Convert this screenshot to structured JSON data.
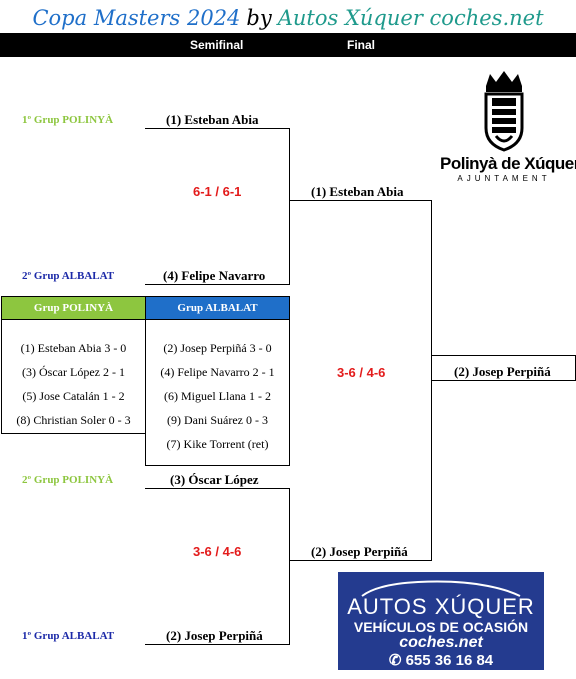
{
  "title": {
    "part1": "Copa Masters 2024",
    "by": "by",
    "part2": "Autos Xúquer coches.net"
  },
  "header": {
    "semifinal": "Semifinal",
    "final": "Final"
  },
  "semifinal_top": {
    "group1": "1º Grup POLINYÀ",
    "player1": "(1) Esteban Abia",
    "group2": "2º Grup ALBALAT",
    "player2": "(4) Felipe Navarro",
    "score": "6-1 / 6-1"
  },
  "semifinal_bottom": {
    "group1": "2º Grup POLINYÀ",
    "player1": "(3) Óscar López",
    "group2": "1º Grup ALBALAT",
    "player2": "(2) Josep Perpiñá",
    "score": "3-6 / 4-6"
  },
  "final": {
    "player1": "(1) Esteban Abia",
    "player2": "(2) Josep Perpiñá",
    "score": "3-6 / 4-6",
    "champion": "(2) Josep Perpiñá"
  },
  "groups": {
    "polinya": {
      "title": "Grup POLINYÀ",
      "rows": [
        "(1) Esteban Abia   3 - 0",
        "(3) Óscar López   2 - 1",
        "(5) Jose Catalán   1 - 2",
        "(8) Christian Soler   0 - 3"
      ]
    },
    "albalat": {
      "title": "Grup ALBALAT",
      "rows": [
        "(2) Josep Perpiñá   3 - 0",
        "(4) Felipe Navarro   2 - 1",
        "(6) Miguel Llana   1 - 2",
        "(9) Dani Suárez   0 - 3",
        "(7) Kike Torrent (ret)"
      ]
    }
  },
  "logo": {
    "name": "Polinyà de Xúquer",
    "subtitle": "AJUNTAMENT"
  },
  "ad": {
    "line1": "AUTOS XÚQUER",
    "line2": "VEHÍCULOS DE OCASIÓN",
    "line3": "coches.net",
    "line4": "✆ 655 36 16 84"
  },
  "colors": {
    "green_group": "#8dc63f",
    "blue_group": "#1c2aa8",
    "score": "#e31b1b",
    "polinya_header": "#8dc63f",
    "albalat_header": "#1f6fc9",
    "ad_bg": "#243b8f"
  }
}
